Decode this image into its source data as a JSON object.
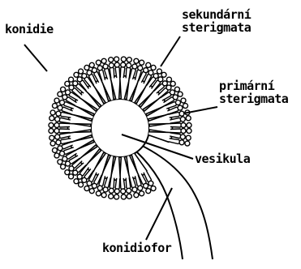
{
  "labels": {
    "conidia": "konidie",
    "secondary_sterigmata": [
      "sekundární",
      "sterigmata"
    ],
    "primary_sterigmata": [
      "primární",
      "sterigmata"
    ],
    "vesicle": "vesikula",
    "conidiophore": "konidiofor"
  },
  "colors": {
    "ink": "#000000",
    "paper": "#ffffff"
  }
}
